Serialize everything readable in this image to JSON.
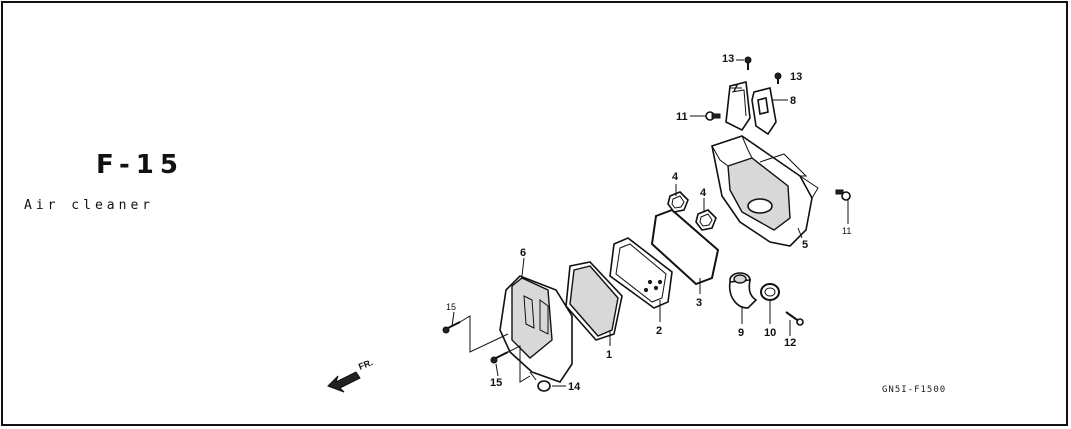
{
  "figure": {
    "code": "F-15",
    "title": "Air cleaner",
    "reference": "GN5I-F1500",
    "direction_label": "FR."
  },
  "callouts": [
    "1",
    "2",
    "3",
    "4",
    "4",
    "5",
    "6",
    "7",
    "8",
    "9",
    "10",
    "11",
    "11",
    "12",
    "13",
    "13",
    "14",
    "15",
    "15"
  ]
}
